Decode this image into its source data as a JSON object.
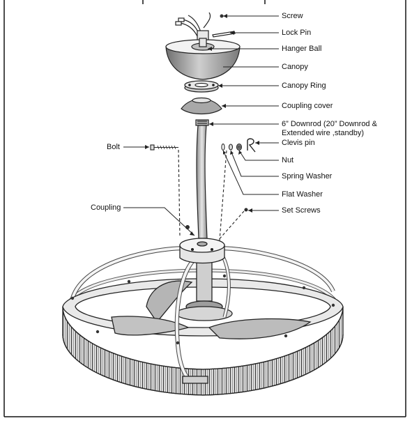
{
  "labels": {
    "screw": "Screw",
    "lock_pin": "Lock Pin",
    "hanger_ball": "Hanger Ball",
    "canopy": "Canopy",
    "canopy_ring": "Canopy Ring",
    "coupling_cover": "Coupling cover",
    "downrod_line1": "6” Downrod (20” Downrod &",
    "downrod_line2": "Extended wire ,standby)",
    "clevis_pin": "Clevis pin",
    "nut": "Nut",
    "spring_washer": "Spring Washer",
    "flat_washer": "Flat Washer",
    "set_screws": "Set Screws",
    "bolt": "Bolt",
    "coupling": "Coupling"
  },
  "colors": {
    "line": "#222222",
    "canopy_fill": "#9a9a9a",
    "ring_fill": "#cfcfcf",
    "cage_fill": "#bdbdbd",
    "background": "#ffffff"
  }
}
